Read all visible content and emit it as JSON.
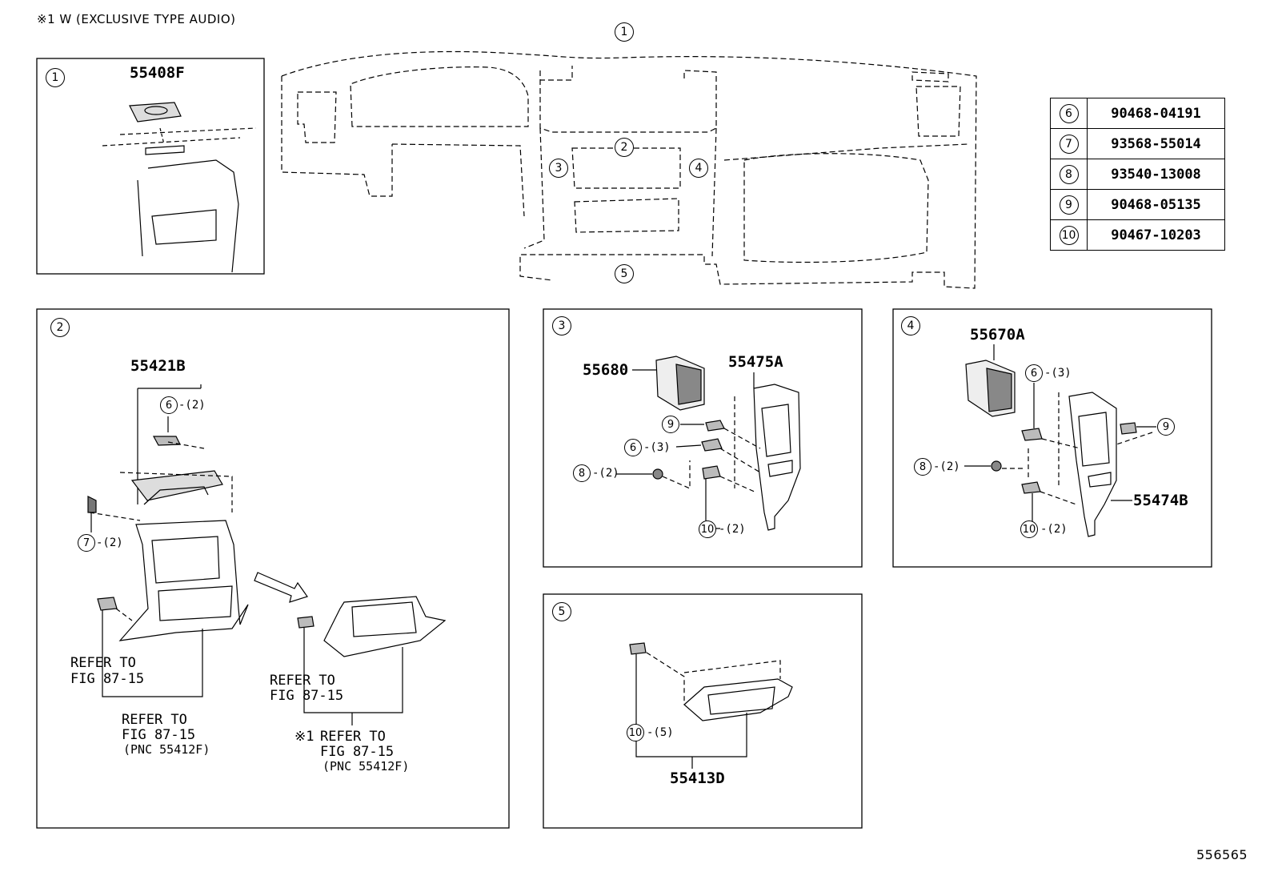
{
  "header_note": "※1 W (EXCLUSIVE TYPE AUDIO)",
  "footer_id": "556565",
  "callouts": {
    "c1": "1",
    "c2": "2",
    "c3": "3",
    "c4": "4",
    "c5": "5",
    "c6": "6",
    "c7": "7",
    "c8": "8",
    "c9": "9",
    "c10": "10"
  },
  "parts_table": [
    {
      "ref": "6",
      "part_no": "90468-04191"
    },
    {
      "ref": "7",
      "part_no": "93568-55014"
    },
    {
      "ref": "8",
      "part_no": "93540-13008"
    },
    {
      "ref": "9",
      "part_no": "90468-05135"
    },
    {
      "ref": "10",
      "part_no": "90467-10203"
    }
  ],
  "part_numbers": {
    "p55408F": "55408F",
    "p55421B": "55421B",
    "p55680": "55680",
    "p55475A": "55475A",
    "p55670A": "55670A",
    "p55474B": "55474B",
    "p55413D": "55413D"
  },
  "quantities": {
    "q2": "-(2)",
    "q3": "-(3)",
    "q5": "-(5)"
  },
  "refer_notes": {
    "refer_to": "REFER TO",
    "fig": "FIG 87-15",
    "pnc": "(PNC 55412F)",
    "excl_mark": "※1"
  }
}
